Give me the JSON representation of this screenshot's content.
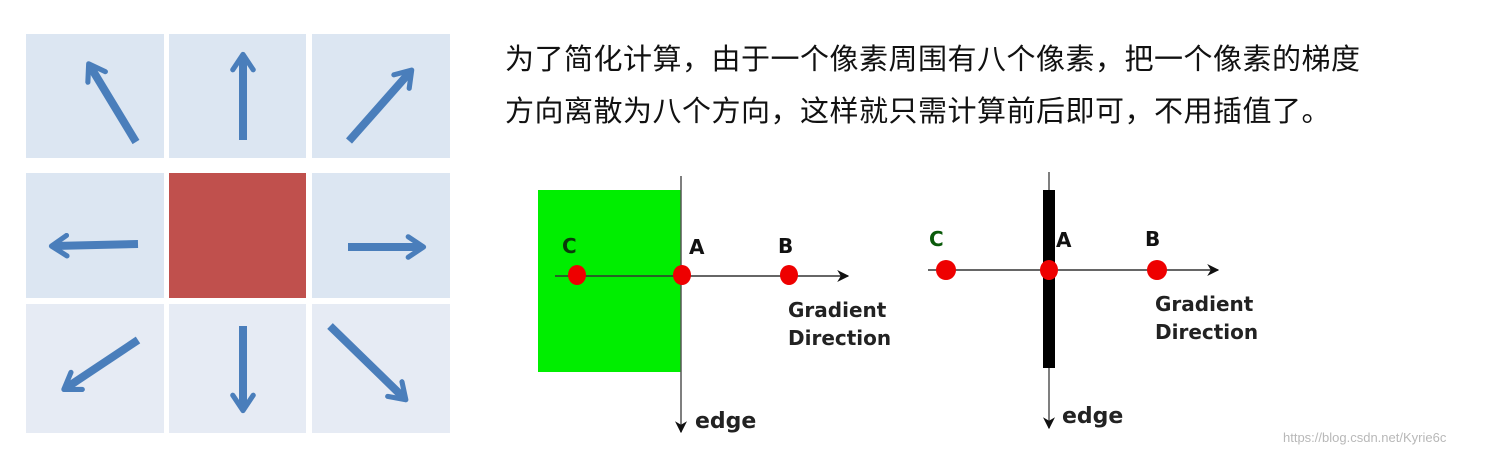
{
  "description_text": {
    "line1": "为了简化计算，由于一个像素周围有八个像素，把一个像素的梯度",
    "line2": "方向离散为八个方向，这样就只需计算前后即可，不用插值了。"
  },
  "diagram_left": {
    "point_c": "C",
    "point_a": "A",
    "point_b": "B",
    "gradient_line1": "Gradient",
    "gradient_line2": "Direction",
    "edge_label": "edge"
  },
  "diagram_right": {
    "point_c": "C",
    "point_a": "A",
    "point_b": "B",
    "gradient_line1": "Gradient",
    "gradient_line2": "Direction",
    "edge_label": "edge"
  },
  "grid": {
    "cell_color": "#dce6f2",
    "center_color": "#c0504d",
    "arrow_color": "#4a7ebb",
    "directions": [
      "up-left",
      "up",
      "up-right",
      "left",
      "right",
      "down-left",
      "down",
      "down-right"
    ]
  },
  "watermark": "https://blog.csdn.net/Kyrie6c"
}
